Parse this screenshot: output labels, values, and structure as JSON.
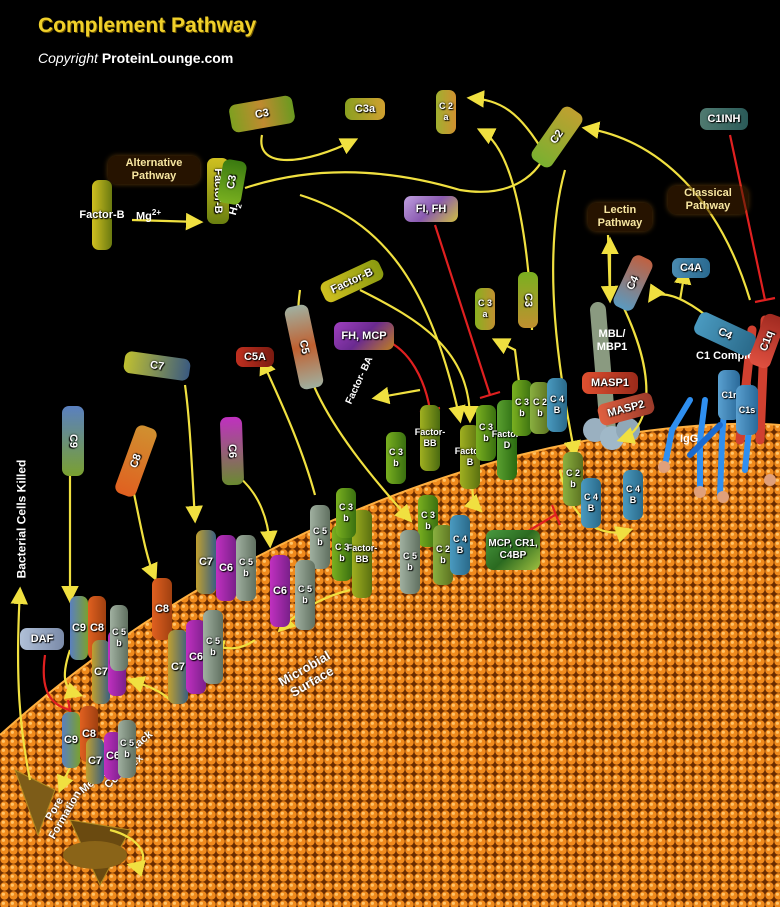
{
  "title": "Complement Pathway",
  "copyright_prefix": "Copyright",
  "copyright_site": "ProteinLounge.com",
  "pathways": {
    "alternative": "Alternative Pathway",
    "lectin": "Lectin Pathway",
    "classical": "Classical Pathway"
  },
  "labels": {
    "bacterial": "Bacterial Cells Killed",
    "pore": "Pore Formation",
    "mac": "Membrane Attack Complex",
    "microbial": "Microbial Surface",
    "mbl": "MBL/ MBP1",
    "c1complex": "C1 Complex",
    "igg": "IgG",
    "mg": "Mg",
    "mg_sup": "2+",
    "h2o": "H",
    "h2o_sub": "2",
    "h2o_o": "O"
  },
  "molecules": {
    "c3_top": "C3",
    "c3a_top": "C3a",
    "c2a": "C 2 a",
    "c2": "C2",
    "c1inh": "C1INH",
    "factorb_left": "Factor-B",
    "factorb_alt": "Factor-B",
    "c3_alt": "C3",
    "fi_fh": "FI, FH",
    "factorb_mid": "Factor-B",
    "fh_mcp": "FH, MCP",
    "c4_lectin": "C4",
    "c4a": "C4A",
    "c4_classical": "C4",
    "c1q": "C1q",
    "c1r": "C1r",
    "c1s": "C1s",
    "masp1": "MASP1",
    "masp2": "MASP2",
    "c3a_mid": "C 3 a",
    "c3_mid": "C3",
    "c5": "C5",
    "c5a": "C5A",
    "c7": "C7",
    "c9": "C9",
    "c8": "C8",
    "c6": "C6",
    "factor_ba": "Factor- BA",
    "factor_bb1": "Factor-BB",
    "c3b1": "C 3 b",
    "factorb_s": "Factor-B",
    "c3b2": "C 3 b",
    "factor_d": "Factor-D",
    "c3b3": "C 3 b",
    "c2b1": "C 2 b",
    "c4b1": "C 4 B",
    "c2b2": "C 2 b",
    "c4b2": "C 4 B",
    "c4b3": "C 4 B",
    "mcp": "MCP, CR1, C4BP",
    "c3b4": "C 3 b",
    "factor_bb2": "Factor-BB",
    "c5b1": "C 5 b",
    "c3b5": "C 3 b",
    "c3b6": "C 3 b",
    "c2b3": "C 2 b",
    "c4b4": "C 4 B",
    "c5b2": "C 5 b",
    "c7b": "C7",
    "c6b": "C6",
    "c5b3": "C 5 b",
    "c6c": "C6",
    "c5b4": "C 5 b",
    "c8b": "C8",
    "c7c": "C7",
    "c6d": "C6",
    "c5b5": "C 5 b",
    "c9b": "C9",
    "c8c": "C8",
    "c7d": "C7",
    "c6e": "C6",
    "c5b6": "C 5 b",
    "daf": "DAF",
    "c9c": "C9",
    "c8d": "C8",
    "c7e": "C7",
    "c6f": "C6",
    "c5b7": "C 5 b"
  }
}
